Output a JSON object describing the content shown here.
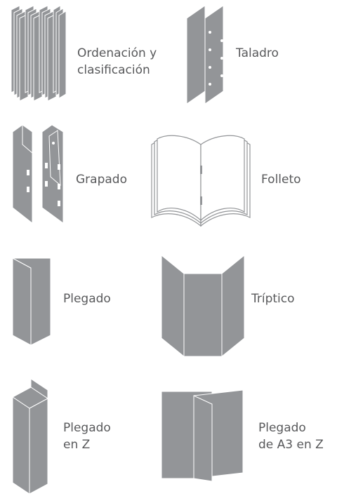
{
  "colors": {
    "fill": "#939598",
    "edge": "#ffffff",
    "text": "#58595b"
  },
  "items": [
    {
      "label": "Ordenación y\nclasificación",
      "icon": "sorted-sets-icon"
    },
    {
      "label": "Taladro",
      "icon": "hole-punch-icon"
    },
    {
      "label": "Grapado",
      "icon": "staple-icon"
    },
    {
      "label": "Folleto",
      "icon": "booklet-icon"
    },
    {
      "label": "Plegado",
      "icon": "bi-fold-icon"
    },
    {
      "label": "Tríptico",
      "icon": "tri-fold-icon"
    },
    {
      "label": "Plegado\nen Z",
      "icon": "z-fold-icon"
    },
    {
      "label": "Plegado\nde A3 en Z",
      "icon": "a3-z-fold-icon"
    }
  ]
}
